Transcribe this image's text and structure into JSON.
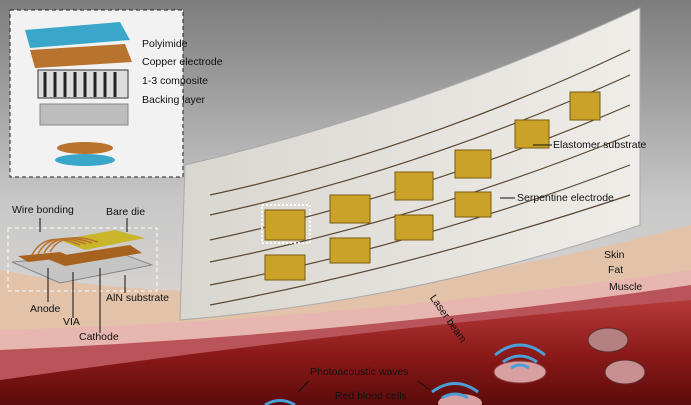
{
  "inset_transducer": {
    "labels": [
      "Polyimide",
      "Copper electrode",
      "1-3 composite",
      "Backing layer"
    ]
  },
  "inset_laser": {
    "labels": {
      "wire_bonding": "Wire bonding",
      "bare_die": "Bare die",
      "anode": "Anode",
      "via": "VIA",
      "cathode": "Cathode",
      "substrate": "AlN substrate"
    }
  },
  "patch_labels": {
    "elastomer": "Elastomer substrate",
    "serpentine": "Serpentine electrode"
  },
  "tissue_labels": {
    "skin": "Skin",
    "fat": "Fat",
    "muscle": "Muscle",
    "laser": "Laser beam",
    "waves": "Photoacoustic waves",
    "rbc": "Red blood cells"
  },
  "colors": {
    "copper": "#b8732e",
    "polyimide": "#3aa6c9",
    "gold": "#c9a227",
    "blood": "#8a1414",
    "wave": "#4a9fd8"
  }
}
